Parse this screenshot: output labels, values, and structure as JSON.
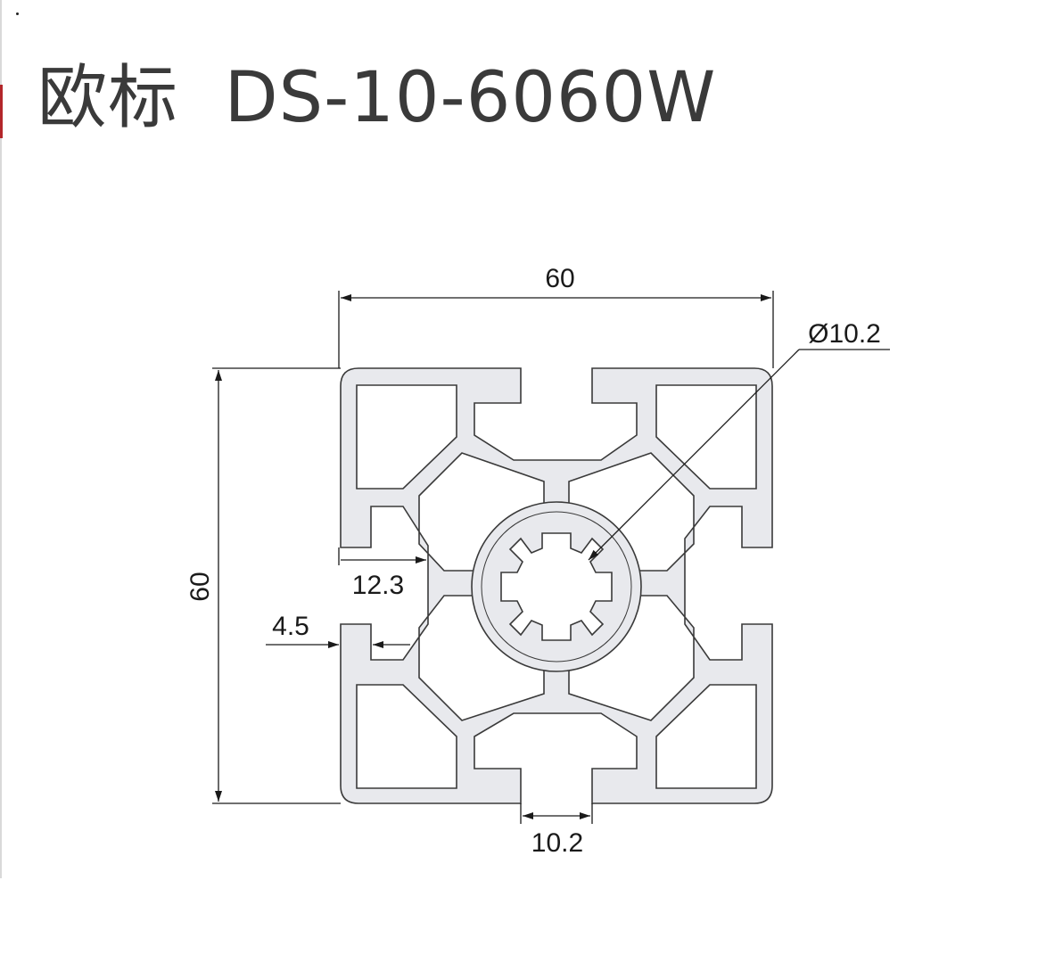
{
  "title": "欧标  DS-10-6060W",
  "dimensions": {
    "width": "60",
    "height": "60",
    "bore_diameter": "Ø10.2",
    "slot_depth": "12.3",
    "wall_thickness": "4.5",
    "slot_opening": "10.2"
  },
  "colors": {
    "profile_fill": "#e8e9ed",
    "outline": "#3a3a3a",
    "dim_line": "#1a1a1a",
    "accent": "#b3262a"
  }
}
